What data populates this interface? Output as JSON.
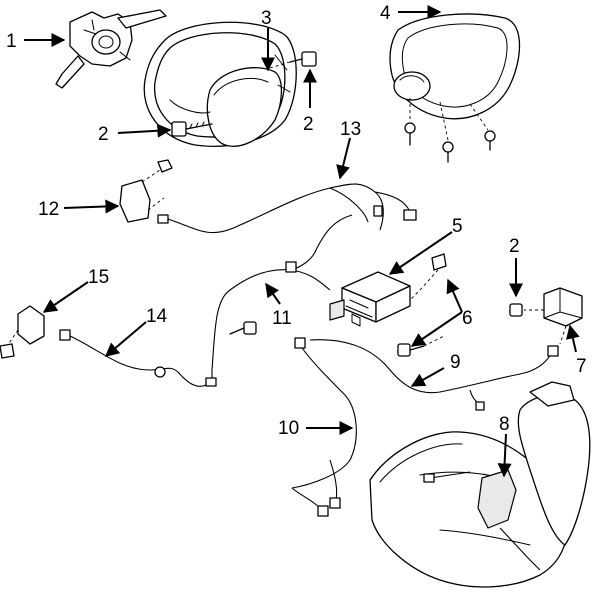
{
  "callouts": [
    {
      "id": "c1",
      "label": "1"
    },
    {
      "id": "c2a",
      "label": "2"
    },
    {
      "id": "c3",
      "label": "3"
    },
    {
      "id": "c2b",
      "label": "2"
    },
    {
      "id": "c4",
      "label": "4"
    },
    {
      "id": "c13",
      "label": "13"
    },
    {
      "id": "c12",
      "label": "12"
    },
    {
      "id": "c5",
      "label": "5"
    },
    {
      "id": "c2c",
      "label": "2"
    },
    {
      "id": "c15",
      "label": "15"
    },
    {
      "id": "c14",
      "label": "14"
    },
    {
      "id": "c11",
      "label": "11"
    },
    {
      "id": "c6",
      "label": "6"
    },
    {
      "id": "c7",
      "label": "7"
    },
    {
      "id": "c9",
      "label": "9"
    },
    {
      "id": "c10",
      "label": "10"
    },
    {
      "id": "c8",
      "label": "8"
    }
  ]
}
